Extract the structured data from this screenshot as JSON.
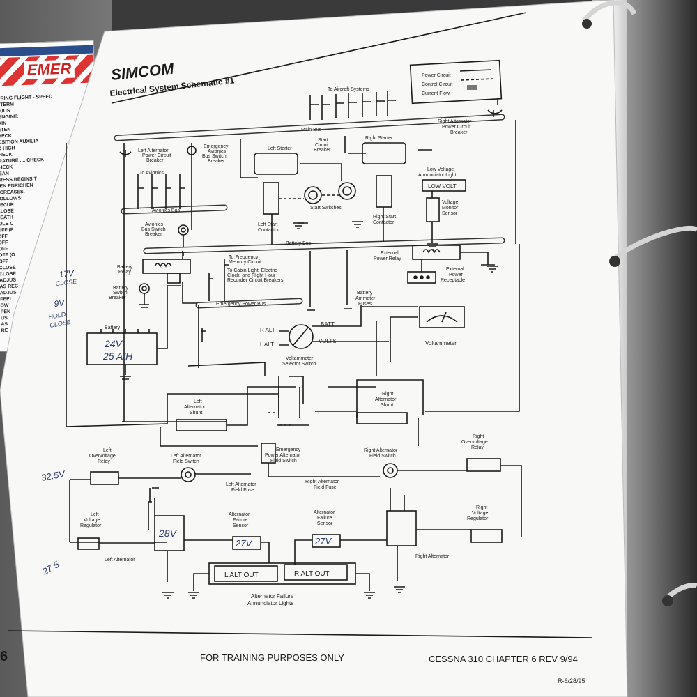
{
  "header": {
    "brand": "SIMCOM",
    "title": "Electrical System Schematic #1"
  },
  "legend": {
    "power": "Power Circuit",
    "control": "Control Circuit",
    "flow": "Current Flow"
  },
  "labels": {
    "to_aircraft_systems": "To Aircraft Systems",
    "main_bus": "Main Bus",
    "right_alt_breaker": [
      "Right Alternator",
      "Power Circuit",
      "Breaker"
    ],
    "left_alt_breaker": [
      "Left Alternator",
      "Power Circuit",
      "Breaker"
    ],
    "emerg_avionics": [
      "Emergency",
      "Avionics",
      "Bus Switch",
      "Breaker"
    ],
    "left_starter": "Left Starter",
    "start_circuit_breaker": [
      "Start",
      "Circuit",
      "Breaker"
    ],
    "right_starter": "Right Starter",
    "to_avionics": "To Avionics",
    "avionics_bus": "Avionics Bus",
    "avionics_switch_breaker": [
      "Avionics",
      "Bus Switch",
      "Breaker"
    ],
    "low_volt_light": [
      "Low Voltage",
      "Annunciator Light"
    ],
    "low_volt": "LOW VOLT",
    "voltage_monitor": [
      "Voltage",
      "Monitor",
      "Sensor"
    ],
    "start_switches": "Start Switches",
    "left_start_contactor": [
      "Left Start",
      "Contactor"
    ],
    "right_start_contactor": [
      "Right Start",
      "Contactor"
    ],
    "battery_bus": "Battery Bus",
    "freq_memory": [
      "To Frequency",
      "Memory Circuit"
    ],
    "cabin_light": [
      "To Cabin Light, Electric",
      "Clock, and Flight Hour",
      "Recorder Circuit Breakers"
    ],
    "battery_relay": [
      "Battery",
      "Relay"
    ],
    "battery_switch_breaker": [
      "Battery",
      "Switch",
      "Breaker"
    ],
    "external_power_relay": [
      "External",
      "Power Relay"
    ],
    "external_power_receptacle": [
      "External",
      "Power",
      "Receptacle"
    ],
    "battery_ammeter_fuses": [
      "Battery",
      "Ammeter",
      "Fuses"
    ],
    "emergency_power_bus": "Emergency Power Bus",
    "r_alt": "R ALT",
    "batt": "BATT",
    "l_alt": "L ALT",
    "volts": "VOLTS",
    "battery": "Battery",
    "voltammeter": "Voltammeter",
    "voltammeter_selector": [
      "Voltammeter",
      "Selector Switch"
    ],
    "left_alt_shunt": [
      "Left",
      "Alternator",
      "Shunt"
    ],
    "right_alt_shunt": [
      "Right",
      "Alternator",
      "Shunt"
    ],
    "left_ov_relay": [
      "Left",
      "Overvoltage",
      "Relay"
    ],
    "left_alt_field_switch": [
      "Left Alternator",
      "Field Switch"
    ],
    "emerg_power_alt_field_switch": [
      "Emergency",
      "Power Alternator",
      "Field Switch"
    ],
    "right_alt_field_switch": [
      "Right Alternator",
      "Field Switch"
    ],
    "right_ov_relay": [
      "Right",
      "Overvoltage",
      "Relay"
    ],
    "left_alt_field_fuse": [
      "Left Alternator",
      "Field Fuse"
    ],
    "right_alt_field_fuse": [
      "Right Alternator",
      "Field Fuse"
    ],
    "left_voltage_regulator": [
      "Left",
      "Voltage",
      "Regulator"
    ],
    "alt_failure_sensor": [
      "Alternator",
      "Failure",
      "Sensor"
    ],
    "right_voltage_regulator": [
      "Right",
      "Voltage",
      "Regulator"
    ],
    "left_alternator": "Left Alternator",
    "right_alternator": "Right Alternator",
    "l_alt_out": "L ALT OUT",
    "r_alt_out": "R ALT OUT",
    "annunciator_lights": [
      "Alternator Failure",
      "Annunciator Lights"
    ]
  },
  "handwritten": {
    "v17": "17V",
    "close1": "CLOSE",
    "v9": "9V",
    "hold": "HOLD",
    "close2": "CLOSE",
    "v24": "24V",
    "ah25": "25 A/H",
    "v28": "28V",
    "v27a": "27V",
    "v27b": "27V",
    "v325": "32.5V",
    "v275": "27.5"
  },
  "footer": {
    "page_num": "6",
    "training": "FOR TRAINING PURPOSES ONLY",
    "chapter": "CESSNA 310 CHAPTER 6   REV 9/94",
    "rev": "R-6/28/95"
  },
  "background_card": {
    "emer": "EMER",
    "lines": [
      "OURING FLIGHT - SPEED",
      "DETERM",
      "ADJUS",
      "E ENGINE:",
      "MAIN",
      "DETEN",
      "CHECK",
      "POSITION AUXILIA",
      "TO HIGH",
      "CHECK",
      "ERATURE .... CHECK",
      "CHECK",
      "LEAN",
      "PRESS BEGINS T",
      "DEN ENRICHEN",
      "NCREASES.",
      "FOLLOWS:",
      "SECUR",
      "CLOSE",
      "FEATH",
      "IDLE C",
      "OFF (F",
      "OFF",
      "OFF",
      "OFF",
      "OFF (O",
      "OFF",
      "CLOSE",
      "CLOSE",
      "ADJUS",
      "AS REC",
      "ADJUS",
      "FEEL",
      "OW",
      "PEN",
      "US",
      "AS",
      "RE"
    ]
  },
  "colors": {
    "paper": "#f8f8f6",
    "ink": "#1a1a1a",
    "pen": "#2a3a6a",
    "card_red": "#cc2222"
  }
}
